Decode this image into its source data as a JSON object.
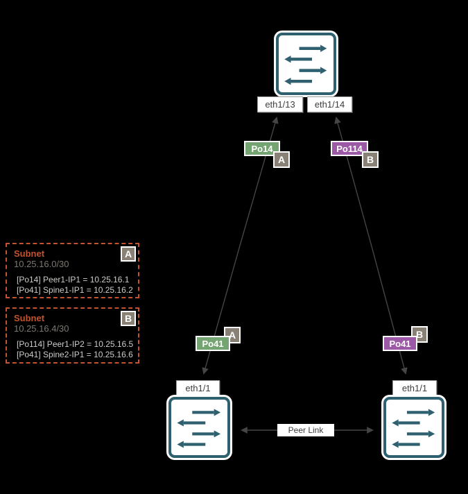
{
  "colors": {
    "background": "#000000",
    "teal": "#2e6070",
    "green": "#74a471",
    "purple": "#9c59a5",
    "badge_gray": "#8a8176",
    "orange": "#c2532f",
    "line": "#454545"
  },
  "diagram": {
    "spine": {
      "port_left": "eth1/13",
      "port_right": "eth1/14"
    },
    "port_channels": {
      "top_left": {
        "label": "Po14",
        "badge": "A"
      },
      "top_right": {
        "label": "Po114",
        "badge": "B"
      },
      "bottom_left": {
        "label": "Po41",
        "badge": "A"
      },
      "bottom_right": {
        "label": "Po41",
        "badge": "B"
      }
    },
    "leaf_left": {
      "port": "eth1/1"
    },
    "leaf_right": {
      "port": "eth1/1"
    },
    "peer_link": {
      "label": "Peer Link"
    }
  },
  "subnets": [
    {
      "badge": "A",
      "title": "Subnet",
      "cidr": "10.25.16.0/30",
      "entries": [
        "[Po14] Peer1-IP1 = 10.25.16.1",
        "[Po41] Spine1-IP1 = 10.25.16.2"
      ]
    },
    {
      "badge": "B",
      "title": "Subnet",
      "cidr": "10.25.16.4/30",
      "entries": [
        "[Po114] Peer1-IP2 = 10.25.16.5",
        "[Po41] Spine2-IP1 = 10.25.16.6"
      ]
    }
  ]
}
